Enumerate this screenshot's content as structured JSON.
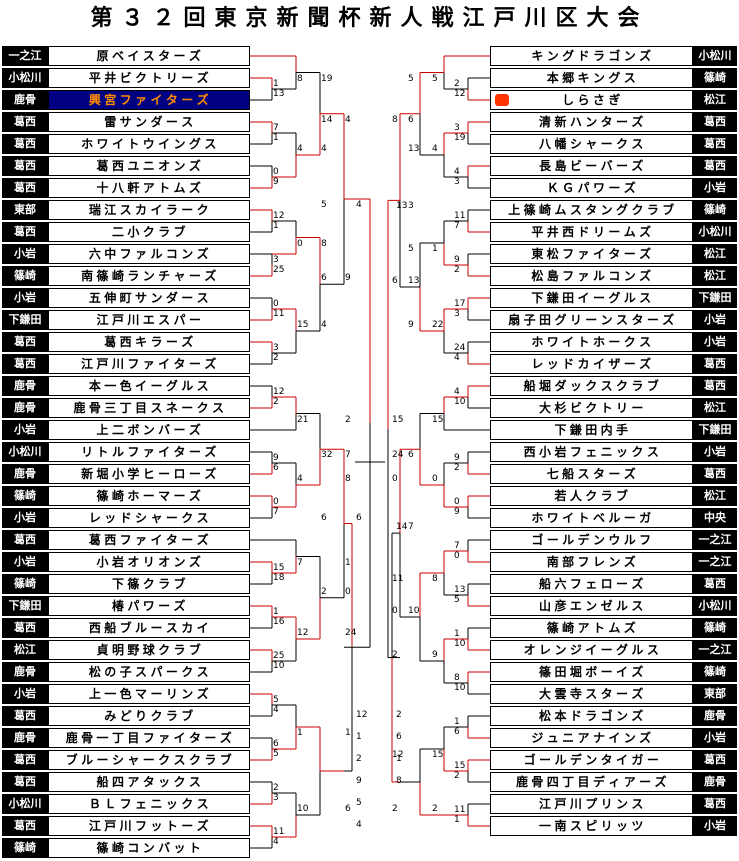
{
  "title": "第３２回東京新聞杯新人戦江戸川区大会",
  "colors": {
    "line": "#000000",
    "winner_line": "#cc0000",
    "highlight_bg": "#000080",
    "highlight_text": "#ff8c00",
    "flag": "#ff3300"
  },
  "left_teams": [
    {
      "district": "一之江",
      "name": "原ベイスターズ"
    },
    {
      "district": "小松川",
      "name": "平井ビクトリーズ"
    },
    {
      "district": "鹿骨",
      "name": "興宮ファイターズ",
      "highlight": true
    },
    {
      "district": "葛西",
      "name": "雷サンダース"
    },
    {
      "district": "葛西",
      "name": "ホワイトウイングス"
    },
    {
      "district": "葛西",
      "name": "葛西ユニオンズ"
    },
    {
      "district": "葛西",
      "name": "十八軒アトムズ"
    },
    {
      "district": "東部",
      "name": "瑞江スカイラーク"
    },
    {
      "district": "葛西",
      "name": "二小クラブ"
    },
    {
      "district": "小岩",
      "name": "六中ファルコンズ"
    },
    {
      "district": "篠崎",
      "name": "南篠崎ランチャーズ"
    },
    {
      "district": "小岩",
      "name": "五伸町サンダース"
    },
    {
      "district": "下鎌田",
      "name": "江戸川エスパー"
    },
    {
      "district": "葛西",
      "name": "葛西キラーズ"
    },
    {
      "district": "葛西",
      "name": "江戸川ファイターズ"
    },
    {
      "district": "鹿骨",
      "name": "本一色イーグルス"
    },
    {
      "district": "鹿骨",
      "name": "鹿骨三丁目スネークス"
    },
    {
      "district": "小岩",
      "name": "上二ボンバーズ"
    },
    {
      "district": "小松川",
      "name": "リトルファイターズ"
    },
    {
      "district": "鹿骨",
      "name": "新堀小学ヒーローズ"
    },
    {
      "district": "篠崎",
      "name": "篠崎ホーマーズ"
    },
    {
      "district": "小岩",
      "name": "レッドシャークス"
    },
    {
      "district": "葛西",
      "name": "葛西ファイターズ"
    },
    {
      "district": "小岩",
      "name": "小岩オリオンズ"
    },
    {
      "district": "篠崎",
      "name": "下篠クラブ"
    },
    {
      "district": "下鎌田",
      "name": "椿パワーズ"
    },
    {
      "district": "葛西",
      "name": "西船ブルースカイ"
    },
    {
      "district": "松江",
      "name": "貞明野球クラブ"
    },
    {
      "district": "鹿骨",
      "name": "松の子スパークス"
    },
    {
      "district": "小岩",
      "name": "上一色マーリンズ"
    },
    {
      "district": "葛西",
      "name": "みどりクラブ"
    },
    {
      "district": "鹿骨",
      "name": "鹿骨一丁目ファイターズ"
    },
    {
      "district": "葛西",
      "name": "ブルーシャークスクラブ"
    },
    {
      "district": "葛西",
      "name": "船四アタックス"
    },
    {
      "district": "小松川",
      "name": "ＢＬフェニックス"
    },
    {
      "district": "葛西",
      "name": "江戸川フットーズ"
    },
    {
      "district": "篠崎",
      "name": "篠崎コンバット"
    }
  ],
  "right_teams": [
    {
      "district": "小松川",
      "name": "キングドラゴンズ"
    },
    {
      "district": "篠崎",
      "name": "本郷キングス"
    },
    {
      "district": "松江",
      "name": "しらさぎ",
      "flag": true
    },
    {
      "district": "葛西",
      "name": "清新ハンターズ"
    },
    {
      "district": "葛西",
      "name": "八幡シャークス"
    },
    {
      "district": "葛西",
      "name": "長島ビーバーズ"
    },
    {
      "district": "小岩",
      "name": "ＫＧパワーズ"
    },
    {
      "district": "篠崎",
      "name": "上篠崎ムスタングクラブ"
    },
    {
      "district": "小松川",
      "name": "平井西ドリームズ"
    },
    {
      "district": "松江",
      "name": "東松ファイターズ"
    },
    {
      "district": "松江",
      "name": "松島ファルコンズ"
    },
    {
      "district": "下鎌田",
      "name": "下鎌田イーグルス"
    },
    {
      "district": "小岩",
      "name": "扇子田グリーンスターズ"
    },
    {
      "district": "小岩",
      "name": "ホワイトホークス"
    },
    {
      "district": "葛西",
      "name": "レッドカイザーズ"
    },
    {
      "district": "葛西",
      "name": "船堀ダックスクラブ"
    },
    {
      "district": "松江",
      "name": "大杉ビクトリー"
    },
    {
      "district": "下鎌田",
      "name": "下鎌田内手"
    },
    {
      "district": "小岩",
      "name": "西小岩フェニックス"
    },
    {
      "district": "葛西",
      "name": "七船スターズ"
    },
    {
      "district": "松江",
      "name": "若人クラブ"
    },
    {
      "district": "中央",
      "name": "ホワイトベルーガ"
    },
    {
      "district": "一之江",
      "name": "ゴールデンウルフ"
    },
    {
      "district": "一之江",
      "name": "南部フレンズ"
    },
    {
      "district": "葛西",
      "name": "船六フェローズ"
    },
    {
      "district": "小松川",
      "name": "山彦エンゼルス"
    },
    {
      "district": "篠崎",
      "name": "篠崎アトムズ"
    },
    {
      "district": "一之江",
      "name": "オレンジイーグルス"
    },
    {
      "district": "篠崎",
      "name": "篠田堀ボーイズ"
    },
    {
      "district": "東部",
      "name": "大雲寺スターズ"
    },
    {
      "district": "鹿骨",
      "name": "松本ドラゴンズ"
    },
    {
      "district": "小岩",
      "name": "ジュニアナインズ"
    },
    {
      "district": "葛西",
      "name": "ゴールデンタイガー"
    },
    {
      "district": "鹿骨",
      "name": "鹿骨四丁目ディアーズ"
    },
    {
      "district": "葛西",
      "name": "江戸川プリンス"
    },
    {
      "district": "小岩",
      "name": "一南スピリッツ"
    }
  ],
  "scores": [
    {
      "id": "l1a",
      "text": "1"
    },
    {
      "id": "l1b",
      "text": "13"
    },
    {
      "id": "l2a",
      "text": "7"
    },
    {
      "id": "l2b",
      "text": "1"
    },
    {
      "id": "l3a",
      "text": "0"
    },
    {
      "id": "l3b",
      "text": "9"
    },
    {
      "id": "l4a",
      "text": "12"
    },
    {
      "id": "l4b",
      "text": "1"
    },
    {
      "id": "l5a",
      "text": "3"
    },
    {
      "id": "l5b",
      "text": "25"
    },
    {
      "id": "l6a",
      "text": "0"
    },
    {
      "id": "l6b",
      "text": "11"
    },
    {
      "id": "l7a",
      "text": "3"
    },
    {
      "id": "l7b",
      "text": "2"
    },
    {
      "id": "l8a",
      "text": "12"
    },
    {
      "id": "l8b",
      "text": "2"
    },
    {
      "id": "l9a",
      "text": "9"
    },
    {
      "id": "l9b",
      "text": "6"
    },
    {
      "id": "l10a",
      "text": "0"
    },
    {
      "id": "l10b",
      "text": "7"
    },
    {
      "id": "l11a",
      "text": "15"
    },
    {
      "id": "l11b",
      "text": "18"
    },
    {
      "id": "l12a",
      "text": "1"
    },
    {
      "id": "l12b",
      "text": "16"
    },
    {
      "id": "l13a",
      "text": "25"
    },
    {
      "id": "l13b",
      "text": "10"
    },
    {
      "id": "l14a",
      "text": "5"
    },
    {
      "id": "l14b",
      "text": "4"
    },
    {
      "id": "l15a",
      "text": "6"
    },
    {
      "id": "l15b",
      "text": "5"
    },
    {
      "id": "l16a",
      "text": "2"
    },
    {
      "id": "l16b",
      "text": "3"
    },
    {
      "id": "l17a",
      "text": "11"
    },
    {
      "id": "l17b",
      "text": "4"
    },
    {
      "id": "l18a",
      "text": "8"
    },
    {
      "id": "l18b",
      "text": "4"
    },
    {
      "id": "l19a",
      "text": "0"
    },
    {
      "id": "l19b",
      "text": "15"
    },
    {
      "id": "l20a",
      "text": "21"
    },
    {
      "id": "l20b",
      "text": "4"
    },
    {
      "id": "l21a",
      "text": "7"
    },
    {
      "id": "l21b",
      "text": "12"
    },
    {
      "id": "l22a",
      "text": "1"
    },
    {
      "id": "l22b",
      "text": "10"
    },
    {
      "id": "l23a",
      "text": "14"
    },
    {
      "id": "l23b",
      "text": "6"
    },
    {
      "id": "l24a",
      "text": "32"
    },
    {
      "id": "l24b",
      "text": "2"
    },
    {
      "id": "l25a",
      "text": "5"
    },
    {
      "id": "l25b",
      "text": "6"
    },
    {
      "id": "l26a",
      "text": "19"
    },
    {
      "id": "l26b",
      "text": "4"
    },
    {
      "id": "l27a",
      "text": "8"
    },
    {
      "id": "l27b",
      "text": "4"
    },
    {
      "id": "l28a",
      "text": "2"
    },
    {
      "id": "l28b",
      "text": "8"
    },
    {
      "id": "l29a",
      "text": "1"
    },
    {
      "id": "l29b",
      "text": "24"
    },
    {
      "id": "l30a",
      "text": "1"
    },
    {
      "id": "l30b",
      "text": "6"
    },
    {
      "id": "l31a",
      "text": "4"
    },
    {
      "id": "l31b",
      "text": "9"
    },
    {
      "id": "l32a",
      "text": "7"
    },
    {
      "id": "l32b",
      "text": "0"
    },
    {
      "id": "l33a",
      "text": "4"
    },
    {
      "id": "l33b",
      "text": "6"
    },
    {
      "id": "l34a",
      "text": "12"
    },
    {
      "id": "l34b",
      "text": "1"
    },
    {
      "id": "l35a",
      "text": "2"
    },
    {
      "id": "l35b",
      "text": "9"
    },
    {
      "id": "l36a",
      "text": "5"
    },
    {
      "id": "l36b",
      "text": "4"
    },
    {
      "id": "r1a",
      "text": "2"
    },
    {
      "id": "r1b",
      "text": "12"
    },
    {
      "id": "r2a",
      "text": "3"
    },
    {
      "id": "r2b",
      "text": "19"
    },
    {
      "id": "r3a",
      "text": "4"
    },
    {
      "id": "r3b",
      "text": "3"
    },
    {
      "id": "r4a",
      "text": "11"
    },
    {
      "id": "r4b",
      "text": "7"
    },
    {
      "id": "r5a",
      "text": "9"
    },
    {
      "id": "r5b",
      "text": "2"
    },
    {
      "id": "r6a",
      "text": "17"
    },
    {
      "id": "r6b",
      "text": "3"
    },
    {
      "id": "r7a",
      "text": "24"
    },
    {
      "id": "r7b",
      "text": "4"
    },
    {
      "id": "r8a",
      "text": "4"
    },
    {
      "id": "r8b",
      "text": "10"
    },
    {
      "id": "r9a",
      "text": "9"
    },
    {
      "id": "r9b",
      "text": "2"
    },
    {
      "id": "r10a",
      "text": "0"
    },
    {
      "id": "r10b",
      "text": "9"
    },
    {
      "id": "r11a",
      "text": "7"
    },
    {
      "id": "r11b",
      "text": "0"
    },
    {
      "id": "r12a",
      "text": "13"
    },
    {
      "id": "r12b",
      "text": "5"
    },
    {
      "id": "r13a",
      "text": "1"
    },
    {
      "id": "r13b",
      "text": "10"
    },
    {
      "id": "r14a",
      "text": "8"
    },
    {
      "id": "r14b",
      "text": "10"
    },
    {
      "id": "r15a",
      "text": "1"
    },
    {
      "id": "r15b",
      "text": "6"
    },
    {
      "id": "r16a",
      "text": "15"
    },
    {
      "id": "r16b",
      "text": "2"
    },
    {
      "id": "r17a",
      "text": "11"
    },
    {
      "id": "r17b",
      "text": "1"
    },
    {
      "id": "r18a",
      "text": "5"
    },
    {
      "id": "r18b",
      "text": "4"
    },
    {
      "id": "r19a",
      "text": "1"
    },
    {
      "id": "r19b",
      "text": "22"
    },
    {
      "id": "r20a",
      "text": "15"
    },
    {
      "id": "r20b",
      "text": "0"
    },
    {
      "id": "r21a",
      "text": "8"
    },
    {
      "id": "r21b",
      "text": "9"
    },
    {
      "id": "r22a",
      "text": "15"
    },
    {
      "id": "r22b",
      "text": "2"
    },
    {
      "id": "r23a",
      "text": "6"
    },
    {
      "id": "r23b",
      "text": "13"
    },
    {
      "id": "r24a",
      "text": "6"
    },
    {
      "id": "r24b",
      "text": "10"
    },
    {
      "id": "r25a",
      "text": "3"
    },
    {
      "id": "r25b",
      "text": "7"
    },
    {
      "id": "r26a",
      "text": "5"
    },
    {
      "id": "r26b",
      "text": "13"
    },
    {
      "id": "r27a",
      "text": "5"
    },
    {
      "id": "r27b",
      "text": "9"
    },
    {
      "id": "r28a",
      "text": "15"
    },
    {
      "id": "r28b",
      "text": "0"
    },
    {
      "id": "r29a",
      "text": "11"
    },
    {
      "id": "r29b",
      "text": "2"
    },
    {
      "id": "r30a",
      "text": "12"
    },
    {
      "id": "r30b",
      "text": "2"
    },
    {
      "id": "r31a",
      "text": "8"
    },
    {
      "id": "r31b",
      "text": "6"
    },
    {
      "id": "r32a",
      "text": "24"
    },
    {
      "id": "r32b",
      "text": "0"
    },
    {
      "id": "r33a",
      "text": "13"
    },
    {
      "id": "r33b",
      "text": "14"
    },
    {
      "id": "r34a",
      "text": "2"
    },
    {
      "id": "r34b",
      "text": "6"
    },
    {
      "id": "r35a",
      "text": "1"
    },
    {
      "id": "r35b",
      "text": "8"
    }
  ]
}
